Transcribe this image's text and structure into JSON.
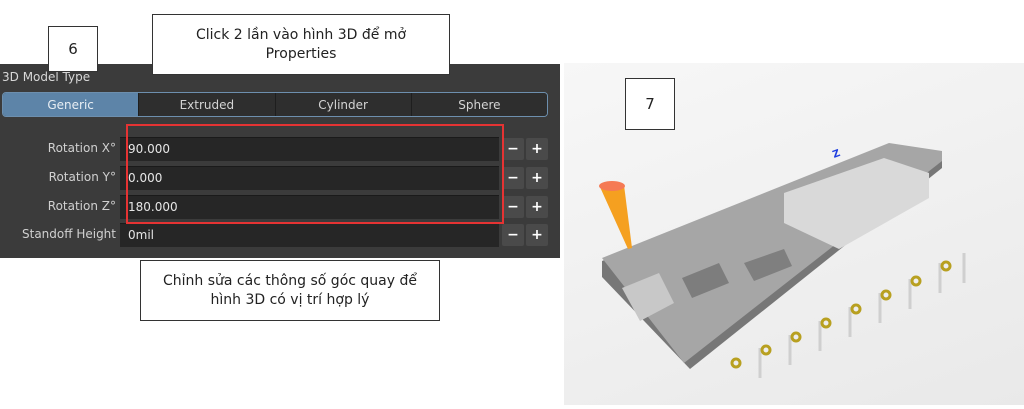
{
  "panel": {
    "type_label": "3D Model Type",
    "types": [
      "Generic",
      "Extruded",
      "Cylinder",
      "Sphere"
    ],
    "active_type": "Generic",
    "fields": [
      {
        "label": "Rotation X°",
        "value": "90.000"
      },
      {
        "label": "Rotation Y°",
        "value": "0.000"
      },
      {
        "label": "Rotation Z°",
        "value": "180.000"
      },
      {
        "label": "Standoff Height",
        "value": "0mil"
      }
    ],
    "minus": "−",
    "plus": "+"
  },
  "callouts": {
    "step6": "6",
    "top": "Click 2 lần vào hình 3D để mở Properties",
    "bottom": "Chỉnh sửa các thông số góc quay để hình 3D có vị trí hợp lý",
    "step7": "7"
  },
  "viewer": {
    "axis_label": "Z"
  },
  "colors": {
    "highlight": "#e53333",
    "active_tab": "#5d84a8"
  }
}
